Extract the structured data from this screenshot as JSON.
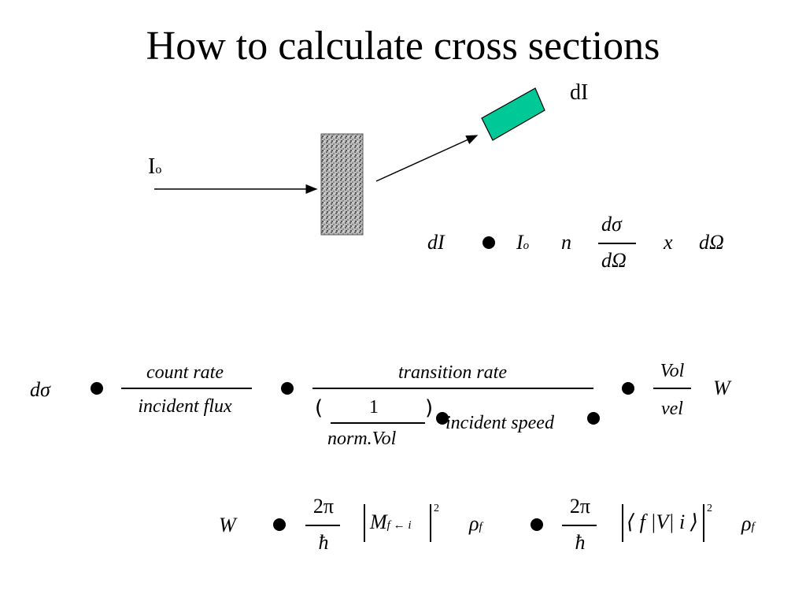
{
  "slide": {
    "title": "How to calculate cross sections"
  },
  "diagram": {
    "incident_label": "I",
    "incident_label_sub": "o",
    "detected_label": "dI",
    "colors": {
      "detector": "#00c896",
      "target": "#9a9a9a",
      "arrow": "#000000"
    }
  },
  "eq1": {
    "lhs": "dI",
    "io": "I",
    "io_sub": "o",
    "n": "n",
    "num": "dσ",
    "den": "dΩ",
    "x": "x",
    "domega": "dΩ"
  },
  "eq2": {
    "lhs": "dσ",
    "f1_num": "count rate",
    "f1_den": "incident  flux",
    "f2_num": "transition rate",
    "f2_den_one": "1",
    "f2_den_norm": "norm.Vol",
    "f2_den_speed": "incident  speed",
    "f3_num": "Vol",
    "f3_den": "vel",
    "w": "W"
  },
  "eq3": {
    "w": "W",
    "two_pi": "2π",
    "hbar": "ħ",
    "m": "M",
    "m_sub": "f ← i",
    "exp": "2",
    "rho": "ρ",
    "rho_sub": "f",
    "bra_ket": "⟨ f |V| i ⟩"
  }
}
